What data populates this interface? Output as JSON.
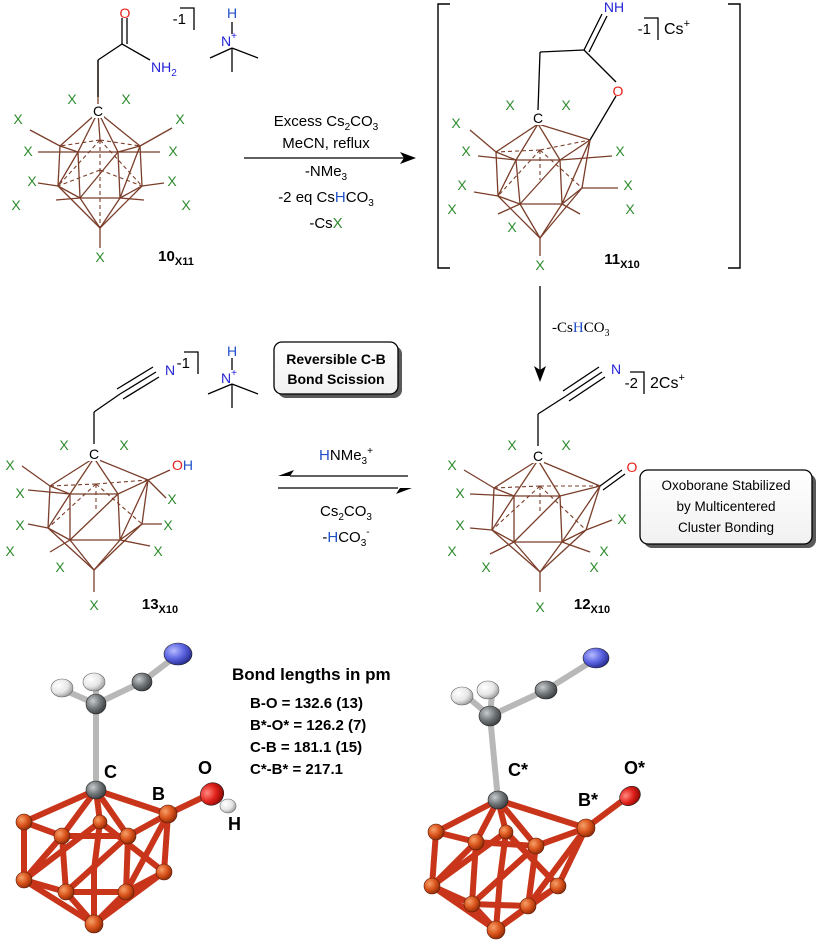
{
  "colors": {
    "cage": "#7a3e2a",
    "x_green": "#2e8b2e",
    "hetero_red": "#e8201a",
    "nitrogen_blue": "#2424d6",
    "hydrogen_blue": "#2050c8",
    "ortep_orange": "#d9521a",
    "ortep_gray": "#7a7f82",
    "ortep_white": "#efefef",
    "ortep_nitrogen": "#5a62e0",
    "ortep_oxygen": "#e0201a"
  },
  "common": {
    "x": "X",
    "c": "C",
    "o": "O",
    "n": "N",
    "h": "H",
    "nh": "NH",
    "nh2_base": "NH",
    "nh2_sub": "2",
    "oh_o": "O",
    "oh_h": "H"
  },
  "compounds": {
    "c10": {
      "base": "10",
      "sub": "X11",
      "charge": "-1"
    },
    "c11": {
      "base": "11",
      "sub": "X10",
      "charge": "-1",
      "counterion": "Cs",
      "counterion_sup": "+"
    },
    "c12": {
      "base": "12",
      "sub": "X10",
      "charge": "-2",
      "counterion": "2Cs",
      "counterion_sup": "+"
    },
    "c13": {
      "base": "13",
      "sub": "X10",
      "charge": "-1"
    }
  },
  "ammonium": {
    "h": "H",
    "n": "N",
    "sup": "+"
  },
  "reaction1": {
    "line1_a": "Excess Cs",
    "line1_sub": "2",
    "line1_b": "CO",
    "line1_sub2": "3",
    "line2": "MeCN, reflux",
    "line3_a": "-NMe",
    "line3_sub": "3",
    "line4_a": "-2 eq Cs",
    "line4_h": "H",
    "line4_b": "CO",
    "line4_sub": "3",
    "line5_a": "-Cs",
    "line5_x": "X"
  },
  "reaction2": {
    "a": "-Cs",
    "h": "H",
    "b": "CO",
    "sub": "3"
  },
  "reaction3": {
    "top_h": "H",
    "top_a": "NMe",
    "top_sub": "3",
    "top_sup": "+",
    "bot1_a": "Cs",
    "bot1_sub": "2",
    "bot1_b": "CO",
    "bot1_sub2": "3",
    "bot2_a": "-",
    "bot2_h": "H",
    "bot2_b": "CO",
    "bot2_sub": "3",
    "bot2_sup": "-"
  },
  "callouts": {
    "scission": [
      "Reversible C-B",
      "Bond Scission"
    ],
    "oxoborane": [
      "Oxoborane Stabilized",
      "by Multicentered",
      "Cluster Bonding"
    ]
  },
  "bond_lengths": {
    "title": "Bond lengths in pm",
    "lines": [
      "B-O = 132.6 (13)",
      "B*-O* = 126.2 (7)",
      "C-B = 181.1 (15)",
      "C*-B* = 217.1"
    ]
  },
  "ortep_labels": {
    "left_c": "C",
    "left_b": "B",
    "left_o": "O",
    "left_h": "H",
    "right_c": "C*",
    "right_b": "B*",
    "right_o": "O*"
  }
}
